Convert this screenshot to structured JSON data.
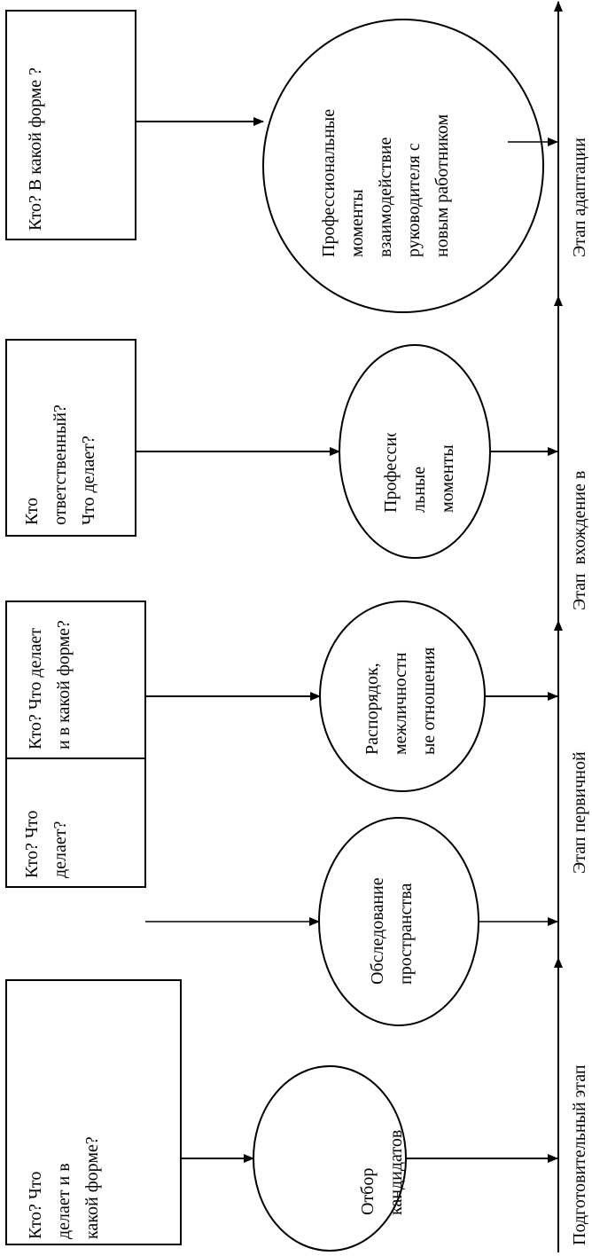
{
  "stages": [
    {
      "question": "Кто? Что\nделает и в\nкакой форме?",
      "topic": "Отбор\nкандидатов",
      "stage_label": "Подготовительный этап"
    },
    {
      "question": "Кто? Что\nделает?",
      "topic": "Обследование\nпространства",
      "stage_label": "Этап первичной"
    },
    {
      "question": "Кто? Что делает\nи в какой форме?",
      "topic": "Распорядок,\nмежличностн\nые отношения",
      "stage_label": ""
    },
    {
      "question": "Кто\nответственный?\nЧто делает?",
      "topic": "Профессиона\nльные\nмоменты",
      "stage_label": "Этап  вхождение в"
    },
    {
      "question": "Кто? В какой форме ?",
      "topic": "Профессиональные\nмоменты\nвзаимодействие\nруководителя с\nновым работником",
      "stage_label": "Этап адаптации"
    }
  ]
}
